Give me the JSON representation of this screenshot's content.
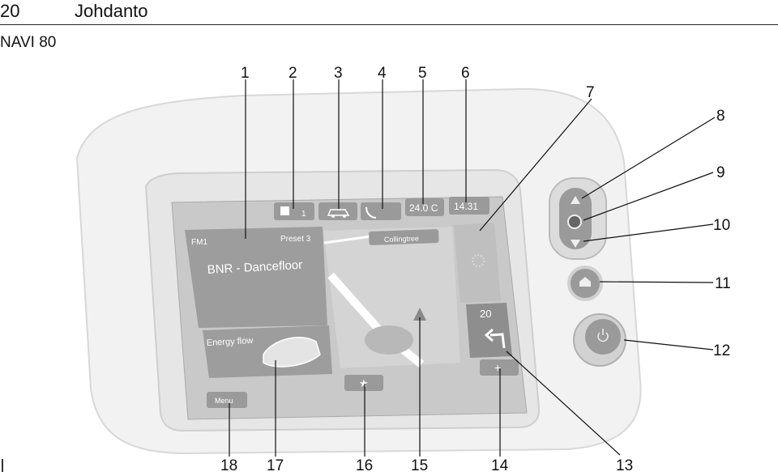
{
  "page": {
    "number": "20",
    "chapter": "Johdanto",
    "section": "NAVI 80"
  },
  "screen": {
    "status_bar": {
      "media_icon_count": "1",
      "temperature": "24.0 C",
      "time": "14.31"
    },
    "radio": {
      "band": "FM1",
      "preset": "Preset 3",
      "station": "BNR - Dancefloor"
    },
    "energy_flow_label": "Energy flow",
    "map": {
      "street_label": "Collingtree"
    },
    "guidance": {
      "distance": "20"
    },
    "menu_label": "Menu",
    "plus_label": "+"
  },
  "callouts": [
    "1",
    "2",
    "3",
    "4",
    "5",
    "6",
    "7",
    "8",
    "9",
    "10",
    "11",
    "12",
    "13",
    "14",
    "15",
    "16",
    "17",
    "18"
  ]
}
